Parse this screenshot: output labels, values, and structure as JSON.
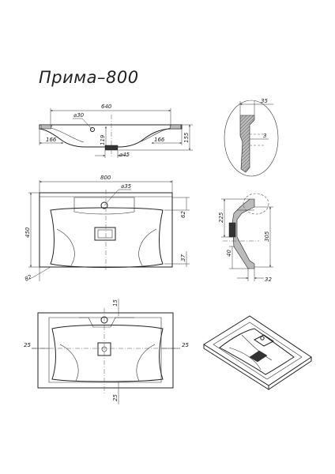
{
  "title": "Прима–800",
  "front_view": {
    "width_top": "640",
    "hole_diameter": "⌀30",
    "height_119": "119",
    "side_left": "166",
    "side_right": "166",
    "overall_height": "155",
    "drain_diameter": "⌀45"
  },
  "detail_view": {
    "rim_width": "35",
    "rim_offset": "3"
  },
  "top_view": {
    "overall_width": "800",
    "tap_hole": "⌀35",
    "overall_depth": "450",
    "dim_62": "62",
    "dim_37": "37",
    "dim_82": "82"
  },
  "section_view": {
    "height_225": "225",
    "height_305": "305",
    "height_40": "40",
    "width_32": "32"
  },
  "bottom_view": {
    "dim_15": "15",
    "left_25": "25",
    "right_25": "25",
    "bottom_25": "25"
  }
}
